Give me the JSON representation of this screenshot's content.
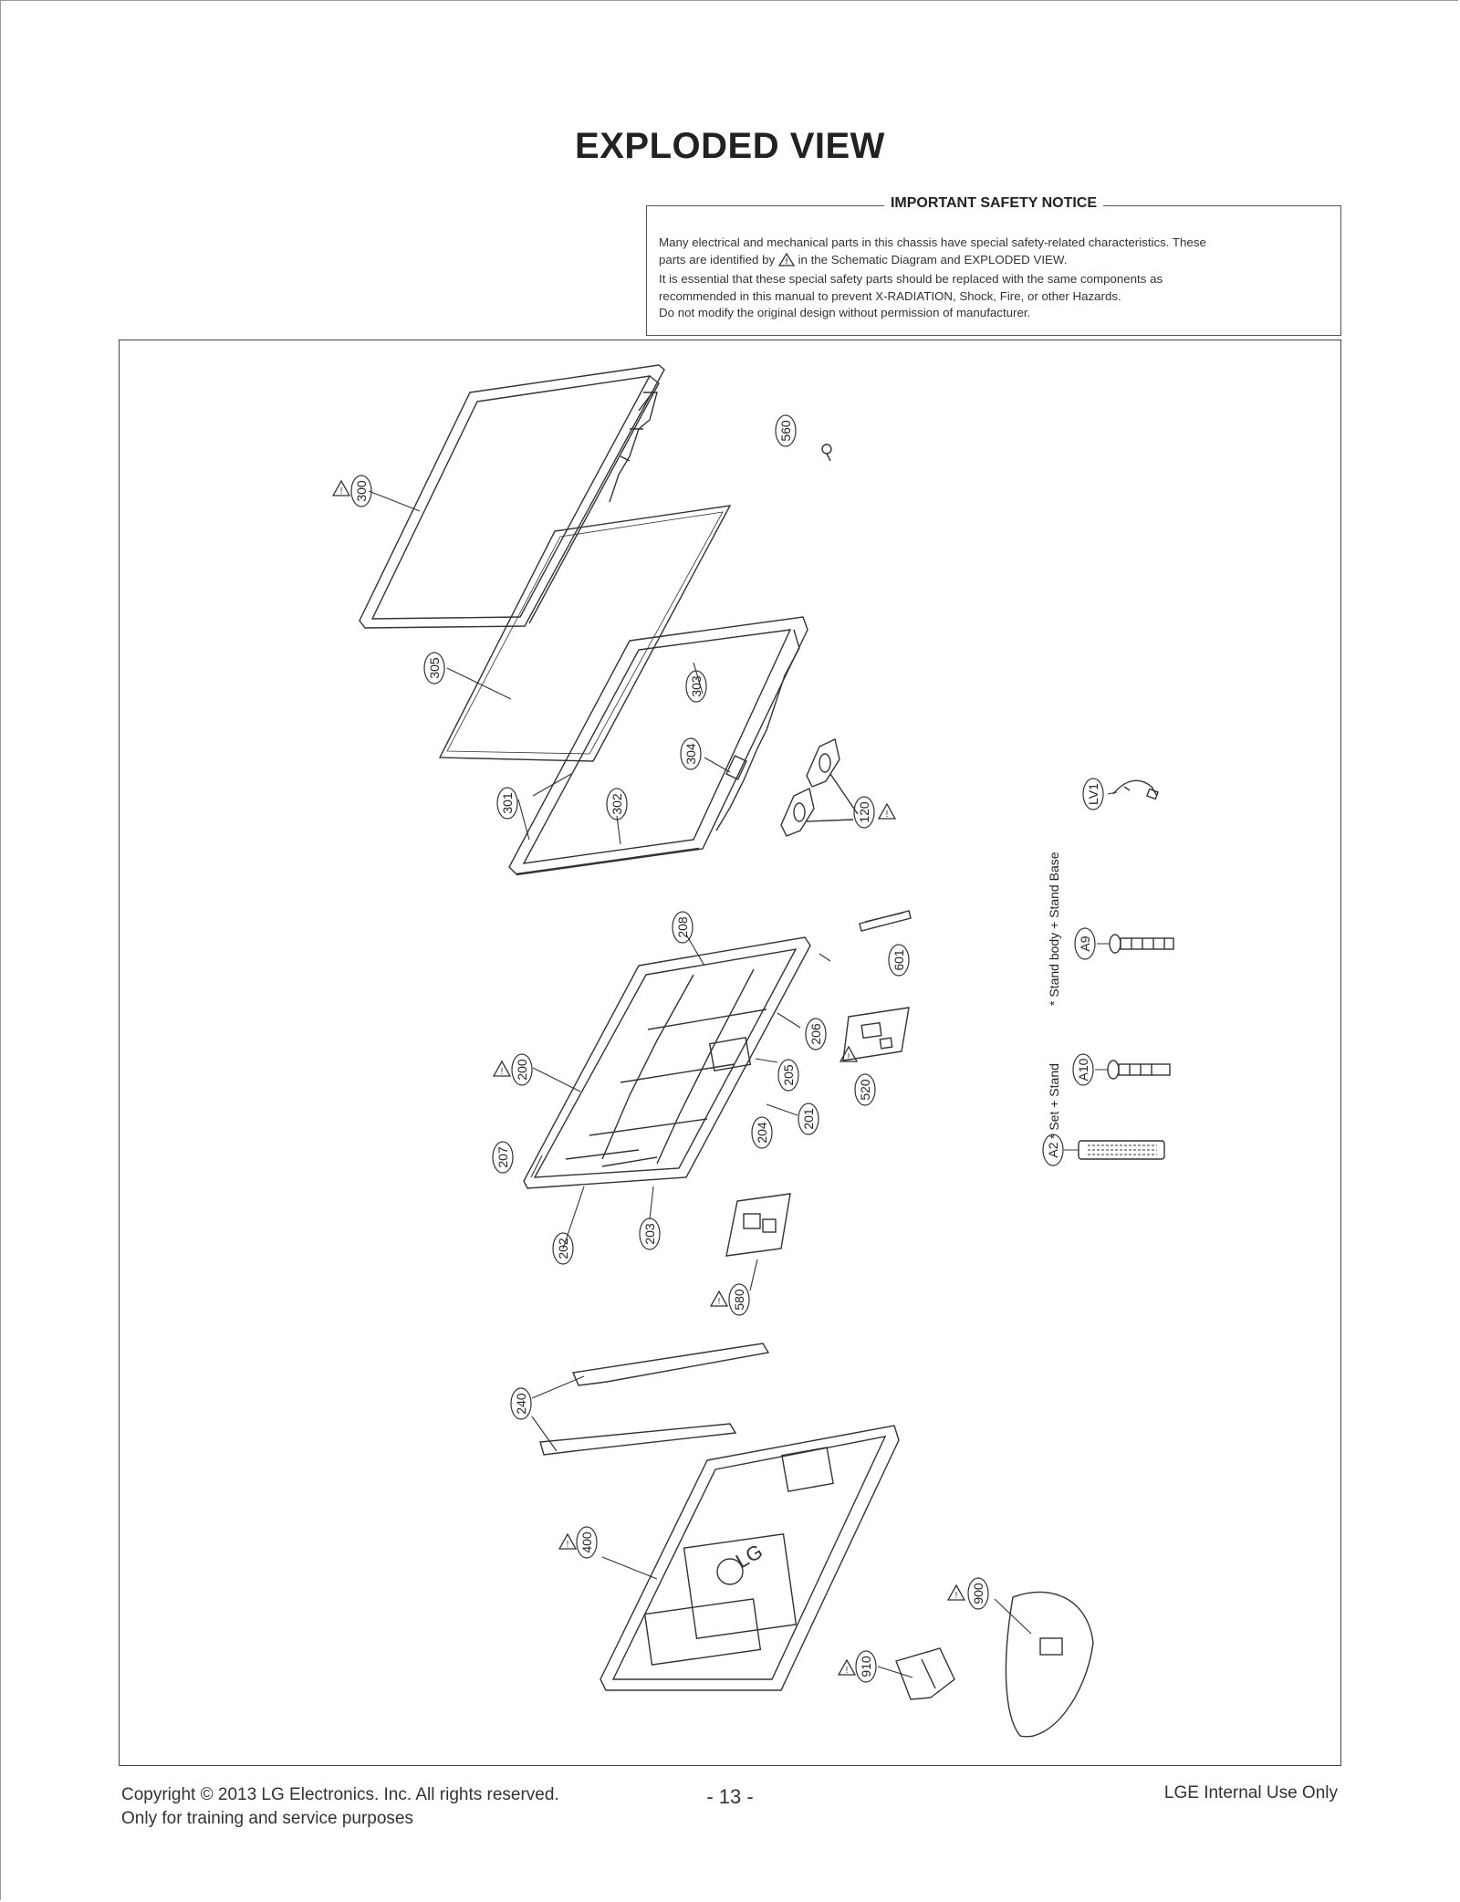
{
  "title": "EXPLODED VIEW",
  "safety_notice": {
    "heading": "IMPORTANT SAFETY NOTICE",
    "line1": "Many electrical and mechanical parts in this chassis have special safety-related characteristics. These",
    "line2_pre": "parts are identified by",
    "line2_post": "in the Schematic Diagram and EXPLODED VIEW.",
    "line3": "It is essential that these special safety parts should be replaced with the same components as",
    "line4": "recommended in this manual to prevent X-RADIATION, Shock, Fire, or other Hazards.",
    "line5": "Do not modify the original design without permission of manufacturer."
  },
  "parts": {
    "p300": "300",
    "p305": "305",
    "p303": "303",
    "p304": "304",
    "p301": "301",
    "p302": "302",
    "p560": "560",
    "p120": "120",
    "pLV1": "LV1",
    "p208": "208",
    "p601": "601",
    "p206": "206",
    "p205": "205",
    "p520": "520",
    "p200": "200",
    "p201": "201",
    "p204": "204",
    "p207": "207",
    "p202": "202",
    "p203": "203",
    "p580": "580",
    "p240": "240",
    "p400": "400",
    "p900": "900",
    "p910": "910",
    "pA9": "A9",
    "pA10": "A10",
    "pA2": "A2"
  },
  "side_notes": {
    "stand_body": "* Stand body + Stand Base",
    "set_stand": "* Set + Stand"
  },
  "footer": {
    "copyright": "Copyright  © 2013 LG Electronics. Inc. All rights reserved.",
    "training": "Only for training and service purposes",
    "page": "- 13 -",
    "internal": "LGE Internal Use Only"
  },
  "logo_text": "LG"
}
